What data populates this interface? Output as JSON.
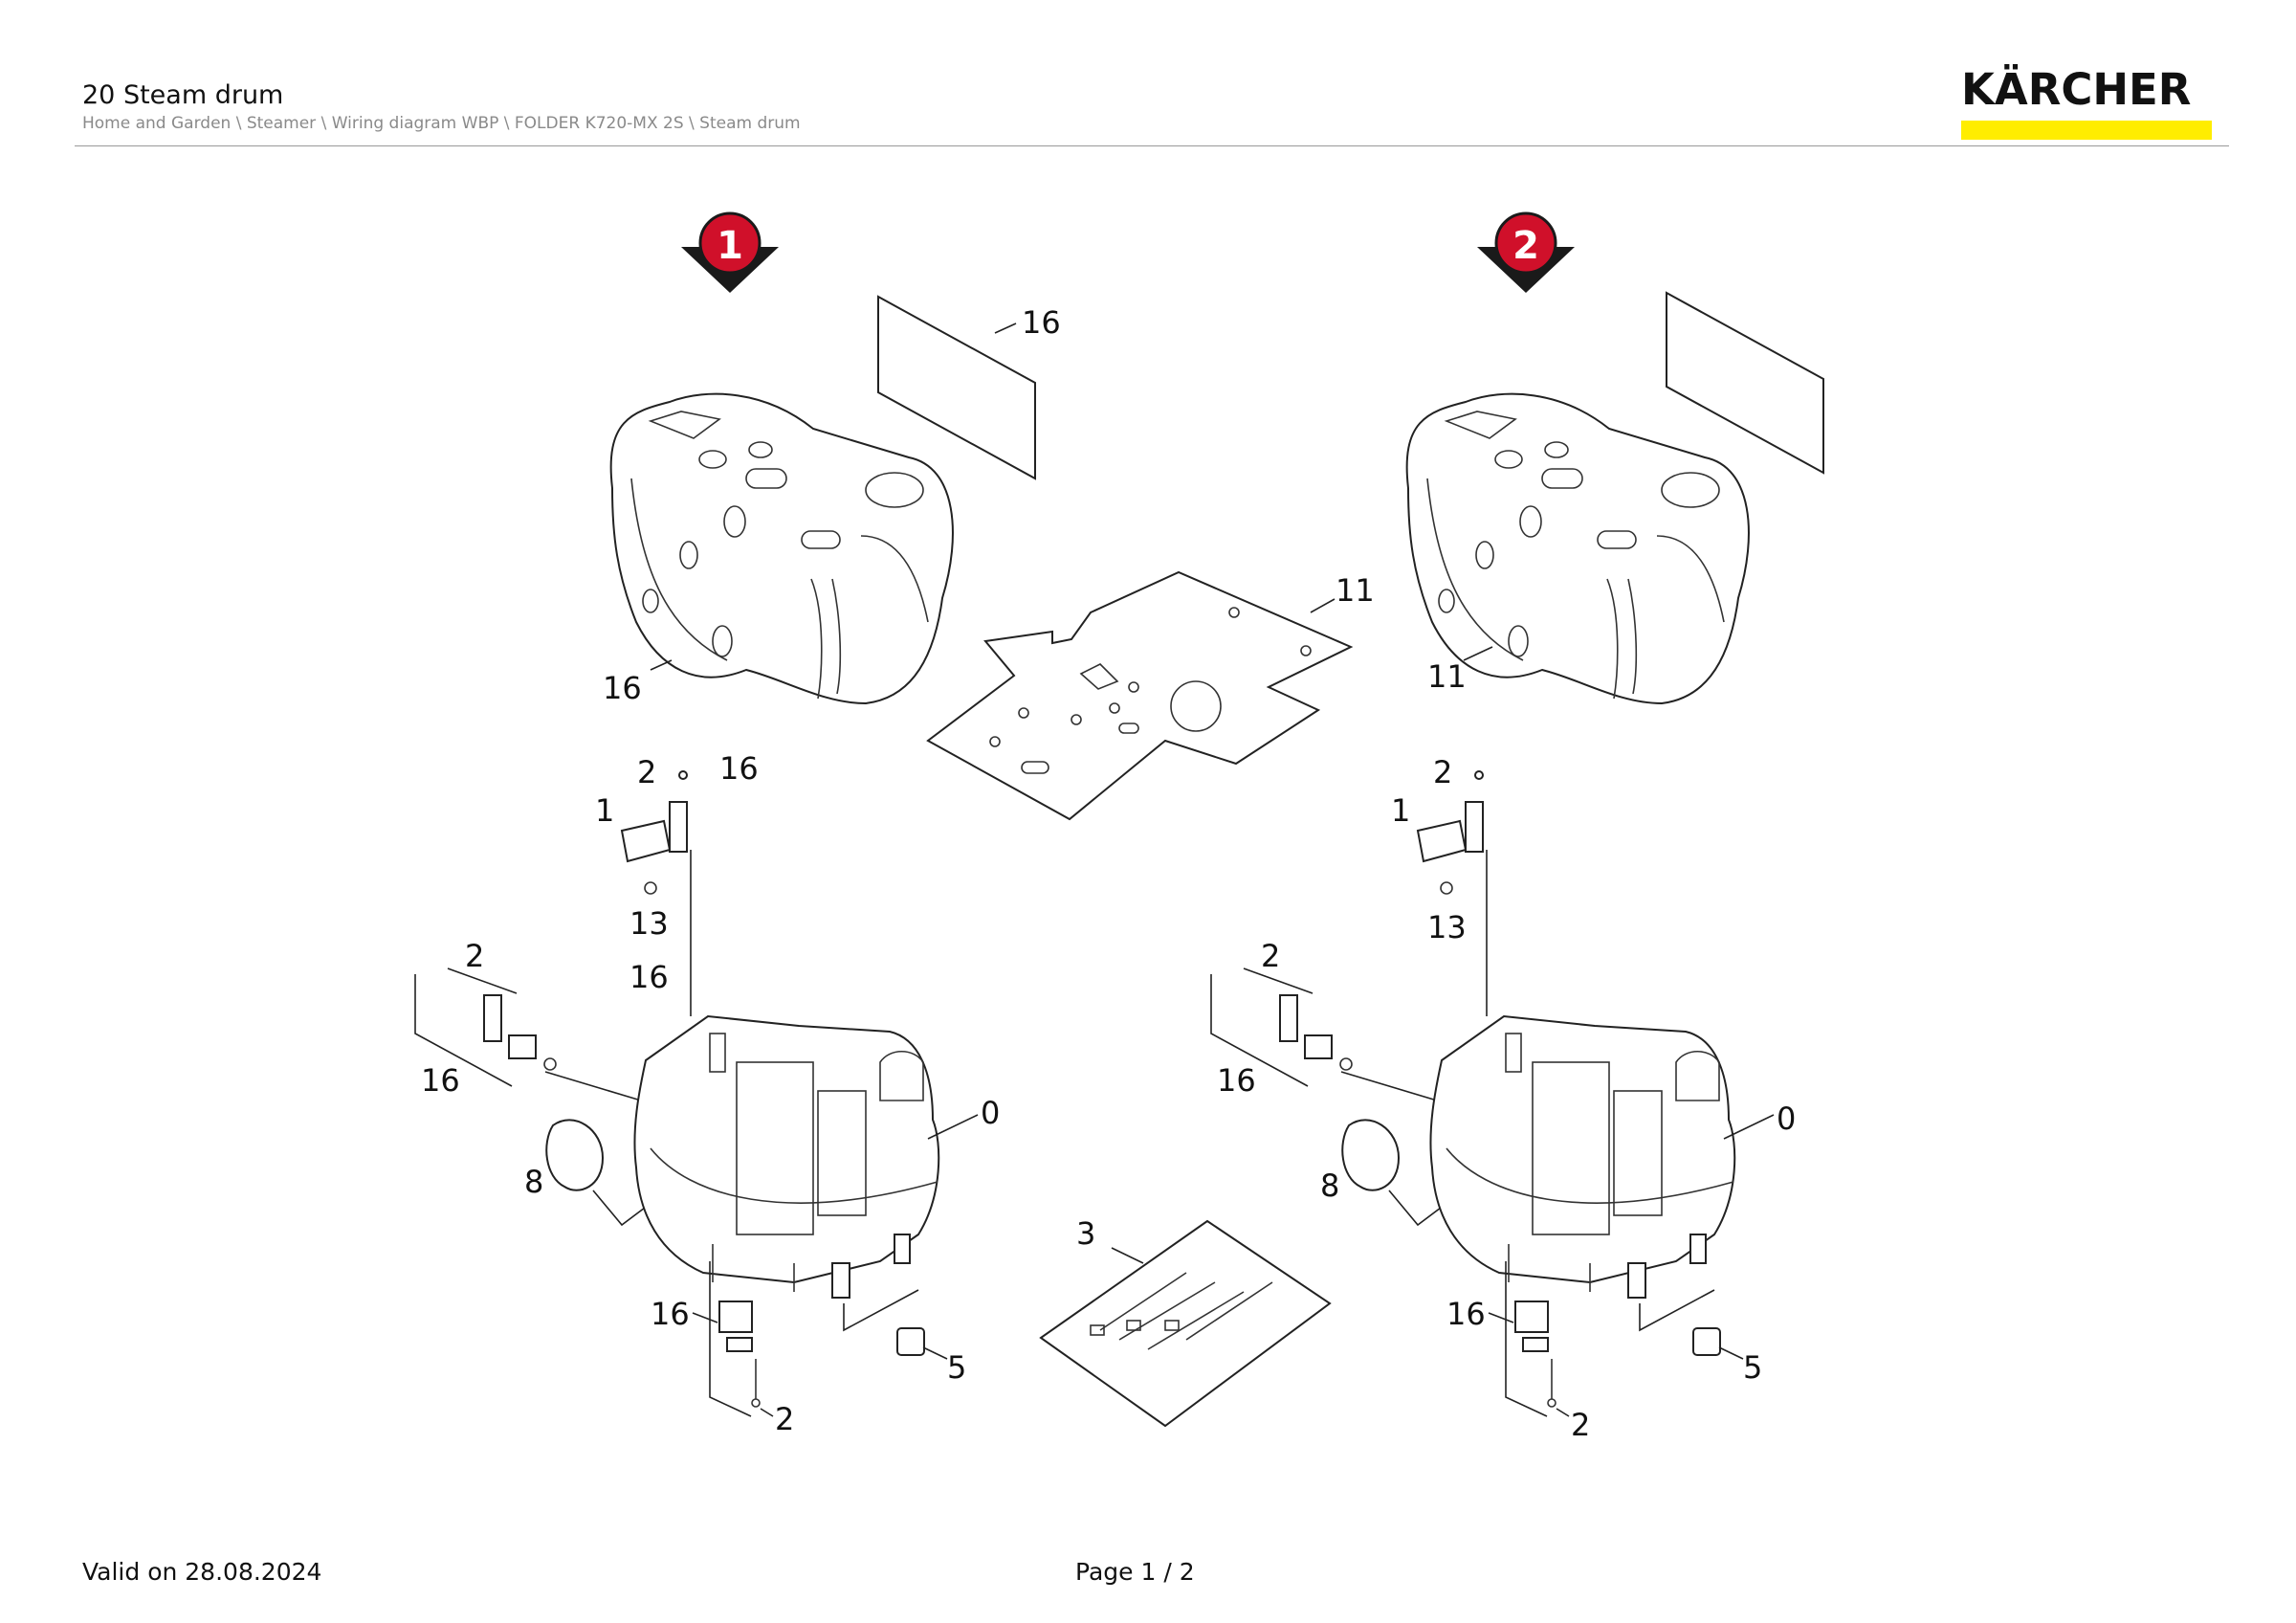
{
  "header": {
    "title": "20 Steam drum",
    "breadcrumb": "Home and Garden \\ Steamer \\ Wiring diagram WBP \\ FOLDER K720-MX 2S \\ Steam drum"
  },
  "logo": {
    "text": "KÄRCHER",
    "bar_color": "#ffed00"
  },
  "variants": [
    {
      "badge": "1",
      "labels": {
        "cover_sheet": "16",
        "cover": "16",
        "valve_screw": "2",
        "valve_bracket": "16",
        "valve": "1",
        "oring": "13",
        "oring_group": "16",
        "left_screw": "2",
        "left_group": "16",
        "fuse": "8",
        "drum": "0",
        "bottom_group": "16",
        "bottom_screw": "2",
        "foot": "5"
      }
    },
    {
      "badge": "2",
      "labels": {
        "cover": "11",
        "valve_screw": "2",
        "valve": "1",
        "oring": "13",
        "left_screw": "2",
        "left_group": "16",
        "fuse": "8",
        "drum": "0",
        "bottom_group": "16",
        "bottom_screw": "2",
        "foot": "5"
      }
    }
  ],
  "center_labels": {
    "gasket": "11",
    "bag": "3"
  },
  "colors": {
    "badge_red": "#d0102a",
    "badge_arrow": "#1a1a1a"
  },
  "footer": {
    "valid": "Valid on 28.08.2024",
    "page": "Page 1 / 2"
  }
}
